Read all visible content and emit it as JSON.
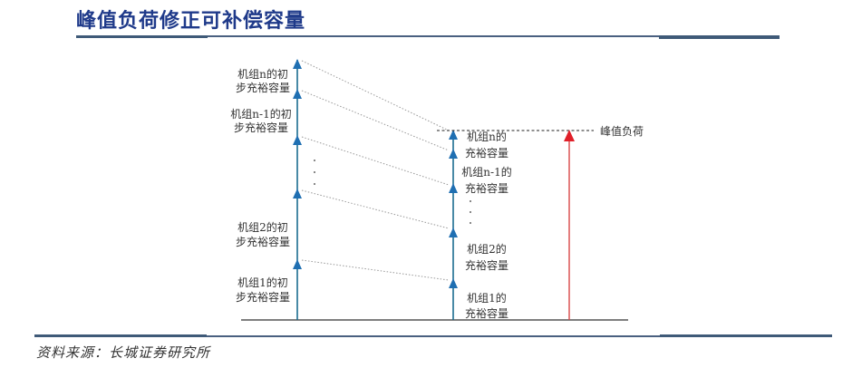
{
  "header": {
    "title": "峰值负荷修正可补偿容量"
  },
  "diagram": {
    "left_column_labels": [
      {
        "line1": "机组n的初",
        "line2": "步充裕容量"
      },
      {
        "line1": "机组n-1的初",
        "line2": "步充裕容量"
      },
      {
        "line1": "机组2的初",
        "line2": "步充裕容量"
      },
      {
        "line1": "机组1的初",
        "line2": "步充裕容量"
      }
    ],
    "right_column_labels": [
      {
        "line1": "机组n的",
        "line2": "充裕容量"
      },
      {
        "line1": "机组n-1的",
        "line2": "充裕容量"
      },
      {
        "line1": "机组2的",
        "line2": "充裕容量"
      },
      {
        "line1": "机组1的",
        "line2": "充裕容量"
      }
    ],
    "peak_load_label": "峰值负荷",
    "ellipsis": "·",
    "colors": {
      "unit_arrow": "#1f6fb2",
      "peak_arrow": "#e0202a",
      "title": "#1f3a8a",
      "rule": "#3f5a78"
    }
  },
  "footer": {
    "source": "资料来源：长城证券研究所"
  }
}
